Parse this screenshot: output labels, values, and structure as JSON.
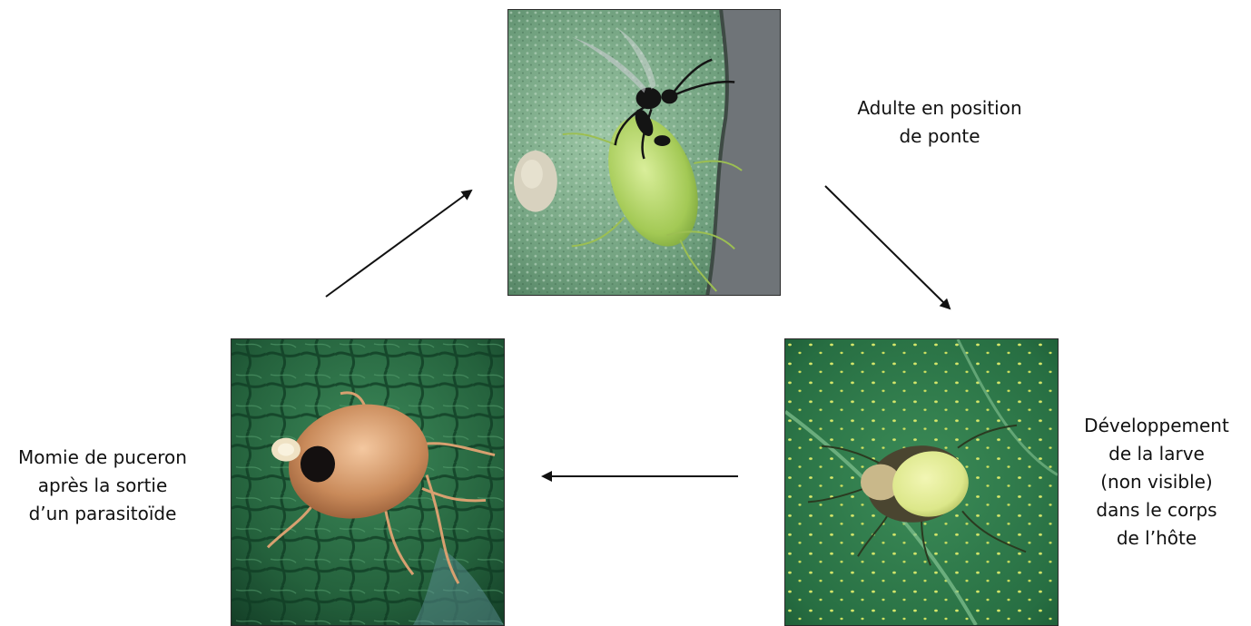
{
  "stages": {
    "adult": {
      "caption_lines": [
        "Adulte en position",
        "de ponte"
      ]
    },
    "larva": {
      "caption_lines": [
        "Développement",
        "de la larve",
        "(non visible)",
        "dans le corps",
        "de l’hôte"
      ]
    },
    "mummy": {
      "caption_lines": [
        "Momie de puceron",
        "après la sortie",
        "d’un parasitoïde"
      ]
    }
  },
  "colors": {
    "arrow": "#111111",
    "leaf_light": "#7fae8a",
    "leaf_dark": "#1f5a36",
    "aphid_green": "#a9cf5a",
    "wasp_black": "#141414",
    "mummy_bronze": "#c98a5a",
    "larva_yellow": "#e4ec8a"
  },
  "icons": [
    "adult-wasp-photo",
    "larva-development-photo",
    "aphid-mummy-photo",
    "cycle-arrow"
  ]
}
